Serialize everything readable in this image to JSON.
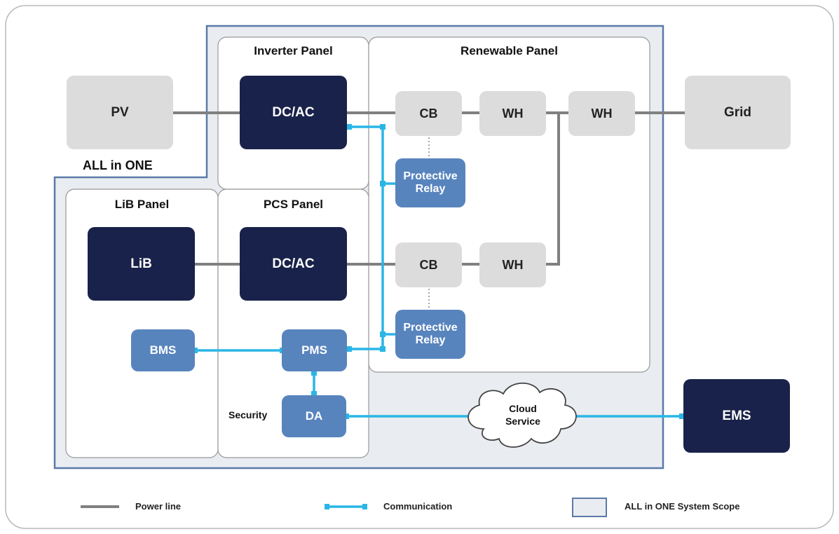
{
  "scope_label": "ALL in ONE",
  "panels": {
    "inverter": "Inverter Panel",
    "renewable": "Renewable Panel",
    "lib": "LiB Panel",
    "pcs": "PCS Panel"
  },
  "nodes": {
    "pv": "PV",
    "inverter_dcac": "DC/AC",
    "cb_top": "CB",
    "wh_top_1": "WH",
    "wh_top_2": "WH",
    "grid": "Grid",
    "relay_top_line1": "Protective",
    "relay_top_line2": "Relay",
    "lib": "LiB",
    "pcs_dcac": "DC/AC",
    "cb_bottom": "CB",
    "wh_bottom": "WH",
    "relay_bottom_line1": "Protective",
    "relay_bottom_line2": "Relay",
    "bms": "BMS",
    "pms": "PMS",
    "da": "DA",
    "security": "Security",
    "cloud_line1": "Cloud",
    "cloud_line2": "Service",
    "ems": "EMS"
  },
  "legend": {
    "power_line": "Power line",
    "communication": "Communication",
    "scope": "ALL in ONE System Scope"
  },
  "colors": {
    "power_line": "#808080",
    "communication": "#29b6e6",
    "scope_fill": "#e9ecf1",
    "scope_border": "#5b7aa8",
    "navy_box": "#19224a",
    "gray_box": "#dcdcdc",
    "blue_box": "#5884be"
  }
}
